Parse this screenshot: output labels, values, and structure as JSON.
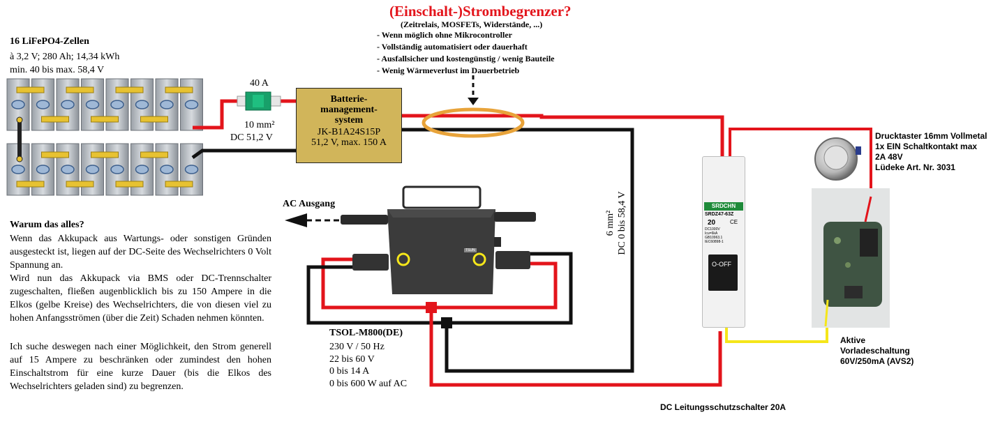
{
  "title": "(Einschalt-)Strombegrenzer?",
  "requirements": {
    "subtitle": "(Zeitrelais, MOSFETs, Widerstände, ...)",
    "items": [
      "- Wenn möglich ohne Mikrocontroller",
      "- Vollständig automatisiert oder dauerhaft",
      "- Ausfallsicher und kostengünstig / wenig Bauteile",
      "- Wenig Wärmeverlust im Dauerbetrieb"
    ]
  },
  "cells": {
    "title": "16 LiFePO4-Zellen",
    "line1": "à 3,2 V;  280 Ah;  14,34 kWh",
    "line2": "min. 40 bis max. 58,4 V"
  },
  "fuse": {
    "label": "40 A"
  },
  "cable1": {
    "line1": "10 mm²",
    "line2": "DC 51,2 V"
  },
  "bms": {
    "line1": "Batterie-",
    "line2": "management-",
    "line3": "system",
    "line4": "JK-B1A24S15P",
    "line5": "51,2 V, max. 150 A"
  },
  "ac_output": "AC Ausgang",
  "why": {
    "title": "Warum das alles?",
    "p1": "Wenn das Akkupack aus Wartungs- oder sonstigen Gründen ausgesteckt ist, liegen auf der DC-Seite des Wechselrichters 0 Volt Spannung an.",
    "p2": "Wird nun das Akkupack via BMS oder DC-Trennschalter zugeschalten, fließen augenblicklich bis zu 150 Ampere in die Elkos (gelbe Kreise) des Wechselrichters, die von diesen viel zu hohen Anfangsströmen (über die Zeit) Schaden nehmen könnten.",
    "p3": "Ich suche deswegen nach einer Möglichkeit, den Strom generell auf 15 Ampere zu beschränken oder zumindest den hohen Einschaltstrom für eine kurze Dauer (bis die Elkos des Wechselrichters geladen sind) zu begrenzen."
  },
  "inverter": {
    "model": "TSOL-M800(DE)",
    "specs": [
      "230 V / 50 Hz",
      "22 bis 60 V",
      "0 bis 14 A",
      "0 bis 600 W auf AC"
    ],
    "tag": "TSUN"
  },
  "cable2": {
    "line1": "6 mm²",
    "line2": "DC 0 bis 58,4 V"
  },
  "breaker": {
    "caption": "DC Leitungsschutzschalter 20A",
    "brand": "SRDCHN",
    "model": "SRDZ47-63Z",
    "rating": "20",
    "ce": "CE",
    "spec": [
      "DC1000V",
      "Icu=6kA",
      "GB10963.1",
      "IEC60898-1"
    ],
    "lever": "O-OFF"
  },
  "button": {
    "line1": "Drucktaster 16mm Vollmetal",
    "line2": "1x EIN Schaltkontakt max",
    "line3": "2A 48V",
    "line4": "Lüdeke Art. Nr. 3031"
  },
  "precharge": {
    "line1": "Aktive",
    "line2": "Vorladeschaltung",
    "line3": "60V/250mA (AVS2)"
  },
  "colors": {
    "wire_positive": "#e3141b",
    "wire_negative": "#111111",
    "wire_signal": "#f5e61a",
    "highlight_ring": "#e8a33a",
    "bms": "#d1b55a",
    "breaker_brand": "#1f8b3a"
  }
}
